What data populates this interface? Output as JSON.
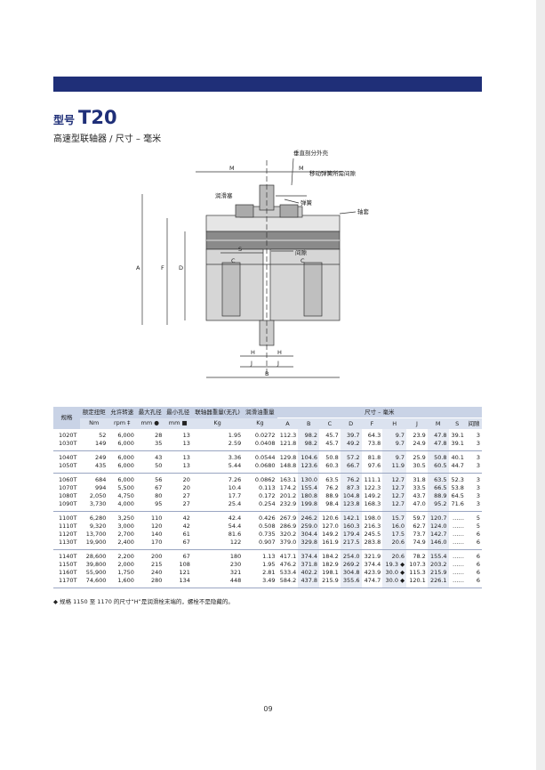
{
  "header": {
    "model_prefix": "型号",
    "model": "T20",
    "subtitle": "高速型联轴器 / 尺寸 – 毫米"
  },
  "diagram_labels": {
    "split_cover": "垂直剖分外壳",
    "move_gap": "移动弹簧所需间隙",
    "lube_plug": "润滑塞",
    "spring": "弹簧",
    "hub": "轴套",
    "gap": "间隙",
    "M": "M",
    "A": "A",
    "F": "F",
    "D": "D",
    "C": "C",
    "S": "S",
    "H": "H",
    "J": "J",
    "B": "B"
  },
  "table": {
    "headers": {
      "size": "规格",
      "torque": "额定扭矩",
      "speed": "允许转速",
      "max_bore": "最大孔径",
      "min_bore": "最小孔径",
      "weight": "联轴器重量(无孔)",
      "lube": "润滑油重量",
      "dims": "尺寸 – 毫米"
    },
    "units": [
      "Nm",
      "rpm ‡",
      "mm ●",
      "mm ■",
      "Kg",
      "Kg",
      "A",
      "B",
      "C",
      "D",
      "F",
      "H",
      "J",
      "M",
      "S",
      "间隙"
    ],
    "groups": [
      [
        [
          "1020T",
          "52",
          "6,000",
          "28",
          "13",
          "1.95",
          "0.0272",
          "112.3",
          "98.2",
          "45.7",
          "39.7",
          "64.3",
          "9.7",
          "23.9",
          "47.8",
          "39.1",
          "3"
        ],
        [
          "1030T",
          "149",
          "6,000",
          "35",
          "13",
          "2.59",
          "0.0408",
          "121.8",
          "98.2",
          "45.7",
          "49.2",
          "73.8",
          "9.7",
          "24.9",
          "47.8",
          "39.1",
          "3"
        ]
      ],
      [
        [
          "1040T",
          "249",
          "6,000",
          "43",
          "13",
          "3.36",
          "0.0544",
          "129.8",
          "104.6",
          "50.8",
          "57.2",
          "81.8",
          "9.7",
          "25.9",
          "50.8",
          "40.1",
          "3"
        ],
        [
          "1050T",
          "435",
          "6,000",
          "50",
          "13",
          "5.44",
          "0.0680",
          "148.8",
          "123.6",
          "60.3",
          "66.7",
          "97.6",
          "11.9",
          "30.5",
          "60.5",
          "44.7",
          "3"
        ]
      ],
      [
        [
          "1060T",
          "684",
          "6,000",
          "56",
          "20",
          "7.26",
          "0.0862",
          "163.1",
          "130.0",
          "63.5",
          "76.2",
          "111.1",
          "12.7",
          "31.8",
          "63.5",
          "52.3",
          "3"
        ],
        [
          "1070T",
          "994",
          "5,500",
          "67",
          "20",
          "10.4",
          "0.113",
          "174.2",
          "155.4",
          "76.2",
          "87.3",
          "122.3",
          "12.7",
          "33.5",
          "66.5",
          "53.8",
          "3"
        ],
        [
          "1080T",
          "2,050",
          "4,750",
          "80",
          "27",
          "17.7",
          "0.172",
          "201.2",
          "180.8",
          "88.9",
          "104.8",
          "149.2",
          "12.7",
          "43.7",
          "88.9",
          "64.5",
          "3"
        ],
        [
          "1090T",
          "3,730",
          "4,000",
          "95",
          "27",
          "25.4",
          "0.254",
          "232.9",
          "199.8",
          "98.4",
          "123.8",
          "168.3",
          "12.7",
          "47.0",
          "95.2",
          "71.6",
          "3"
        ]
      ],
      [
        [
          "1100T",
          "6,280",
          "3,250",
          "110",
          "42",
          "42.4",
          "0.426",
          "267.9",
          "246.2",
          "120.6",
          "142.1",
          "198.0",
          "15.7",
          "59.7",
          "120.7",
          "……",
          "5"
        ],
        [
          "1110T",
          "9,320",
          "3,000",
          "120",
          "42",
          "54.4",
          "0.508",
          "286.9",
          "259.0",
          "127.0",
          "160.3",
          "216.3",
          "16.0",
          "62.7",
          "124.0",
          "……",
          "5"
        ],
        [
          "1120T",
          "13,700",
          "2,700",
          "140",
          "61",
          "81.6",
          "0.735",
          "320.2",
          "304.4",
          "149.2",
          "179.4",
          "245.5",
          "17.5",
          "73.7",
          "142.7",
          "……",
          "6"
        ],
        [
          "1130T",
          "19,900",
          "2,400",
          "170",
          "67",
          "122",
          "0.907",
          "379.0",
          "329.8",
          "161.9",
          "217.5",
          "283.8",
          "20.6",
          "74.9",
          "146.0",
          "……",
          "6"
        ]
      ],
      [
        [
          "1140T",
          "28,600",
          "2,200",
          "200",
          "67",
          "180",
          "1.13",
          "417.1",
          "374.4",
          "184.2",
          "254.0",
          "321.9",
          "20.6",
          "78.2",
          "155.4",
          "……",
          "6"
        ],
        [
          "1150T",
          "39,800",
          "2,000",
          "215",
          "108",
          "230",
          "1.95",
          "476.2",
          "371.8",
          "182.9",
          "269.2",
          "374.4",
          "19.3 ◆",
          "107.3",
          "203.2",
          "……",
          "6"
        ],
        [
          "1160T",
          "55,900",
          "1,750",
          "240",
          "121",
          "321",
          "2.81",
          "533.4",
          "402.2",
          "198.1",
          "304.8",
          "423.9",
          "30.0 ◆",
          "115.3",
          "215.9",
          "……",
          "6"
        ],
        [
          "1170T",
          "74,600",
          "1,600",
          "280",
          "134",
          "448",
          "3.49",
          "584.2",
          "437.8",
          "215.9",
          "355.6",
          "474.7",
          "30.0 ◆",
          "120.1",
          "226.1",
          "……",
          "6"
        ]
      ]
    ]
  },
  "footnote": "◆ 规格 1150 至 1170 的尺寸“H”是润滑栓末端的，螺栓不是隐藏的。",
  "page_number": "09",
  "colors": {
    "banner": "#1f2f78",
    "header_bg": "#c9d3e6"
  }
}
